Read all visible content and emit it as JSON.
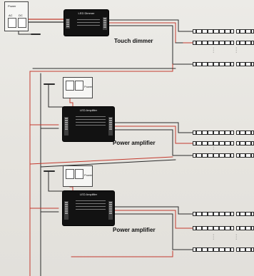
{
  "top_psu": {
    "title": "Power",
    "pins": [
      "AC",
      "DC"
    ]
  },
  "dimmer": {
    "title": "LED Dimmer",
    "label": "Touch dimmer"
  },
  "amplifier_1": {
    "title": "LED Amplifier",
    "label": "Power amplifier",
    "psu_title": "Power"
  },
  "amplifier_2": {
    "title": "LED Amplifier",
    "label": "Power amplifier",
    "psu_title": "Power"
  },
  "colors": {
    "wire_red": "#c43a2e",
    "wire_dark": "#2b2b2b",
    "module": "#121212",
    "strip_border": "#2a2a2a"
  }
}
